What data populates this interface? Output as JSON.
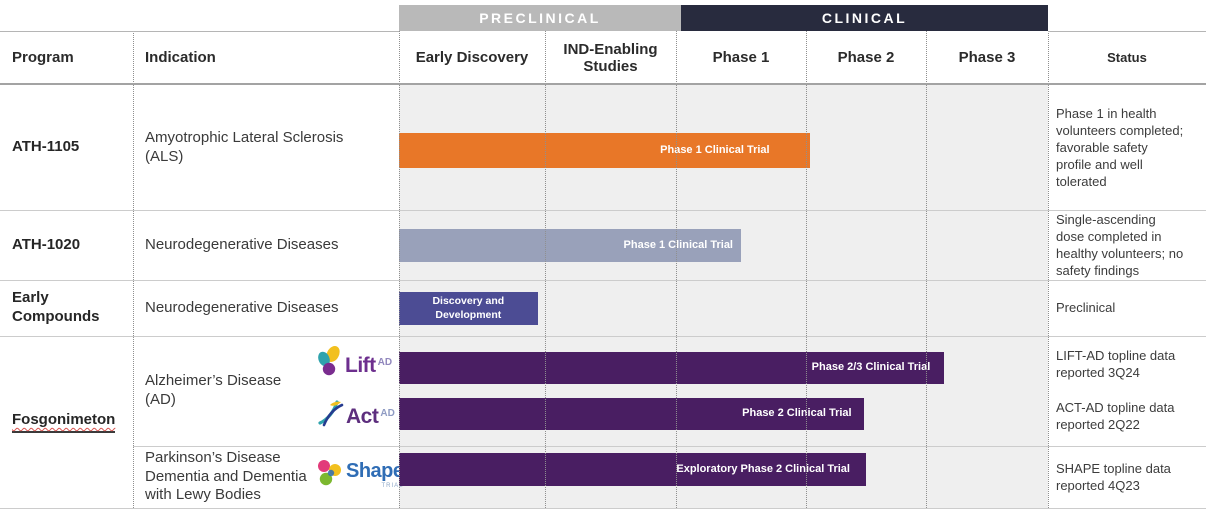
{
  "header": {
    "stage_bands": [
      {
        "label": "PRECLINICAL"
      },
      {
        "label": "CLINICAL"
      }
    ],
    "columns": [
      "Program",
      "Indication",
      "Early Discovery",
      "IND-Enabling Studies",
      "Phase 1",
      "Phase 2",
      "Phase 3",
      "Status"
    ]
  },
  "colors": {
    "preclinical_band": "#b9b9b9",
    "clinical_band": "#282b3e",
    "chart_background": "#efefef",
    "bar_orange": "#e87728",
    "bar_blue_gray": "#99a1ba",
    "bar_indigo": "#4c4c94",
    "bar_purple": "#491e62",
    "lift_purple": "#6d2f8e",
    "act_purple": "#5d2e7e",
    "shape_blue": "#2f6db5",
    "spellcheck_red": "#d9534f"
  },
  "rows": [
    {
      "program": "ATH-1105",
      "indication": "Amyotrophic Lateral Sclerosis (ALS)",
      "bar_label": "Phase 1 Clinical Trial",
      "status": "Phase 1 in health volunteers completed; favorable safety profile and well tolerated"
    },
    {
      "program": "ATH-1020",
      "indication": "Neurodegenerative Diseases",
      "bar_label": "Phase 1 Clinical Trial",
      "status": "Single-ascending dose completed in healthy volunteers; no safety findings"
    },
    {
      "program": "Early Compounds",
      "indication": "Neurodegenerative Diseases",
      "bar_label": "Discovery and Development",
      "status": "Preclinical"
    },
    {
      "program": "Fosgonimeton",
      "indications": [
        "Alzheimer’s Disease (AD)",
        "Parkinson’s Disease Dementia and Dementia with Lewy Bodies"
      ],
      "trials": [
        {
          "logo": {
            "text": "Lift",
            "sup": "AD"
          },
          "bar_label": "Phase 2/3 Clinical Trial",
          "status": "LIFT-AD topline data reported 3Q24"
        },
        {
          "logo": {
            "text": "Act",
            "sup": "AD"
          },
          "bar_label": "Phase 2 Clinical Trial",
          "status": "ACT-AD topline data reported 2Q22"
        },
        {
          "logo": {
            "text": "Shape",
            "sub": "TRIAL"
          },
          "bar_label": "Exploratory Phase 2 Clinical Trial",
          "status": "SHAPE topline data reported 4Q23"
        }
      ]
    }
  ],
  "chart_data": {
    "type": "bar",
    "orientation": "horizontal",
    "stage_axis": [
      "Early Discovery",
      "IND-Enabling Studies",
      "Phase 1",
      "Phase 2",
      "Phase 3"
    ],
    "stage_scale_note": "units: 0=start Early Discovery, 1=IND-Enabling, 2=Phase 1, 3=Phase 2, 4=Phase 3, 5=end Phase 3",
    "bars": [
      {
        "name": "ATH-1105",
        "label": "Phase 1 Clinical Trial",
        "start": 0,
        "end": 3.03,
        "color": "#e87728"
      },
      {
        "name": "ATH-1020",
        "label": "Phase 1 Clinical Trial",
        "start": 0,
        "end": 2.5,
        "color": "#99a1ba"
      },
      {
        "name": "Early Compounds",
        "label": "Discovery and Development",
        "start": 0,
        "end": 0.95,
        "color": "#4c4c94"
      },
      {
        "name": "Fosgonimeton LIFT-AD",
        "label": "Phase 2/3 Clinical Trial",
        "start": 0,
        "end": 4.15,
        "color": "#491e62"
      },
      {
        "name": "Fosgonimeton ACT-AD",
        "label": "Phase 2 Clinical Trial",
        "start": 0,
        "end": 3.48,
        "color": "#491e62"
      },
      {
        "name": "Fosgonimeton SHAPE",
        "label": "Exploratory Phase 2 Clinical Trial",
        "start": 0,
        "end": 3.5,
        "color": "#491e62"
      }
    ]
  }
}
